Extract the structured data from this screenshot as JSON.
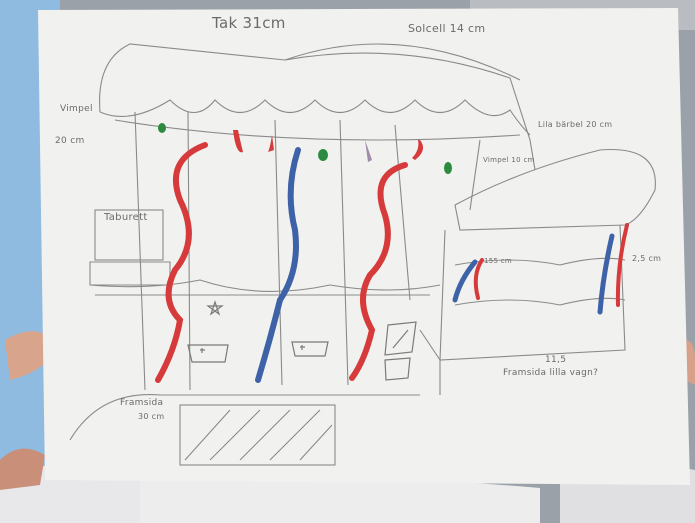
{
  "sketch": {
    "labels": {
      "roof": "Tak 31cm",
      "sail": "Solcell 14 cm",
      "side_left_1": "Vimpel",
      "side_left_2": "20 cm",
      "side_right": "Lila bärbel 20 cm",
      "right_small": "Vimpel 10 cm",
      "sign": "Taburett",
      "side_mid": "155 cm",
      "side_far": "2,5 cm",
      "bottom_left_1": "Framsida",
      "bottom_left_2": "30 cm",
      "bottom_right_1": "11,5",
      "bottom_right_2": "Framsida lilla vagn?"
    },
    "colors": {
      "ribbon_red": "#d63a3a",
      "ribbon_blue": "#3e62a8",
      "pennant_green": "#2e8a3e",
      "pencil": "#8a8a8a",
      "paper": "#f1f1ef",
      "wall_blue": "#8fbbe0"
    },
    "icon_names": [
      "star-icon",
      "gamepad-icon",
      "picture-frame-icon"
    ]
  }
}
